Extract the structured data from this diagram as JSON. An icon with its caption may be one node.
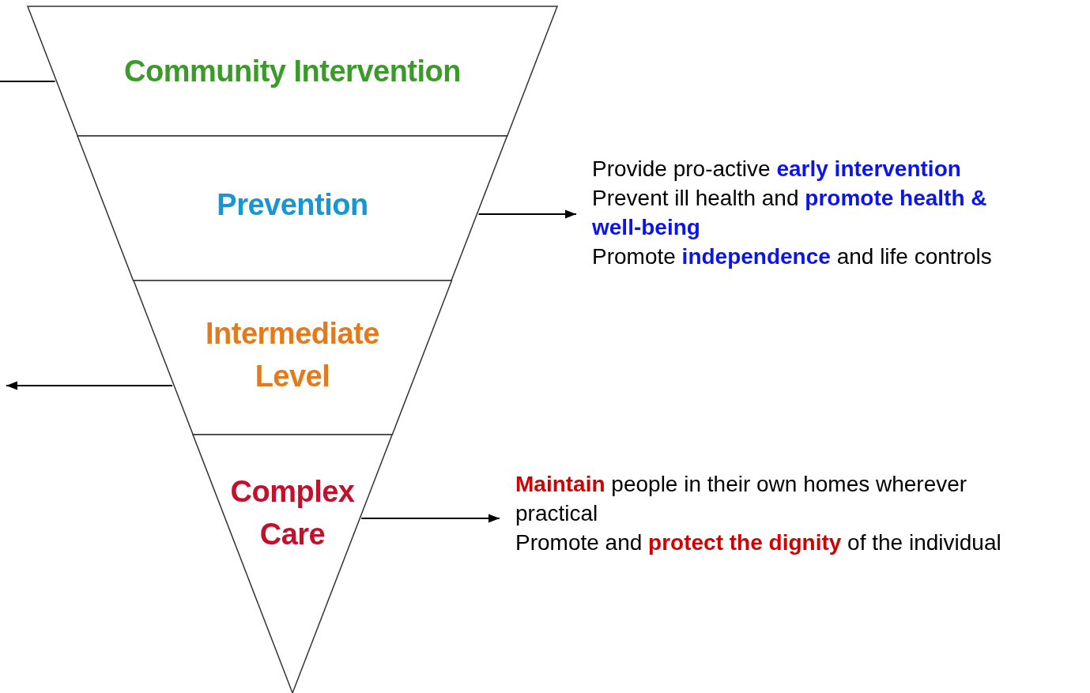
{
  "diagram": {
    "nodes": [
      {
        "text": [
          "Community Intervention"
        ]
      },
      {
        "text": [
          "Prevention"
        ]
      },
      {
        "text": [
          "Intermediate Level"
        ]
      },
      {
        "text": [
          "Complex Care"
        ]
      },
      {
        "text": [
          "Provide pro-active **early intervention**",
          "Prevent ill health and **promote health & well-being**",
          "Promote **independence** and life controls"
        ]
      },
      {
        "text": [
          "**Maintain** people in their own homes wherever practical",
          "Promote and **protect the dignity** of the individual"
        ]
      }
    ],
    "edges": [
      {
        "from": 0,
        "to": null,
        "arrow": "none"
      },
      {
        "from": 1,
        "to": 4,
        "arrow": "to"
      },
      {
        "from": 2,
        "to": null,
        "arrow": "to"
      },
      {
        "from": 3,
        "to": 5,
        "arrow": "to"
      }
    ]
  }
}
